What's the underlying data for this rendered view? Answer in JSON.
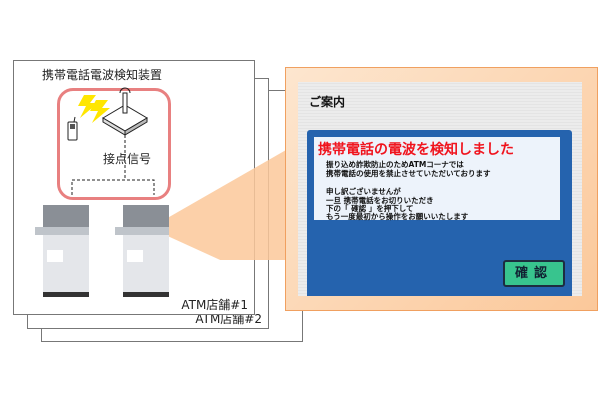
{
  "device_title": "携帯電話電波検知装置",
  "contact_signal": "接点信号",
  "store1": "ATM店舗#1",
  "store2": "ATM店舗#2",
  "screen": {
    "title": "ご案内",
    "headline": "携帯電話の電波を検知しました",
    "lines": [
      "振り込め詐欺防止のためATMコーナでは",
      "携帯電話の使用を禁止させていただいております",
      "",
      "申し訳ございませんが",
      "一旦 携帯電話をお切りいただき",
      "下の「 確認 」を押下して",
      "もう一度最初から操作をお願いいたします"
    ],
    "confirm_button": "確認"
  },
  "colors": {
    "headline": "#f0141e",
    "blue_panel": "#2563ae",
    "button": "#38c48e",
    "callout": "#fbc89a",
    "device_border": "#e88080"
  }
}
